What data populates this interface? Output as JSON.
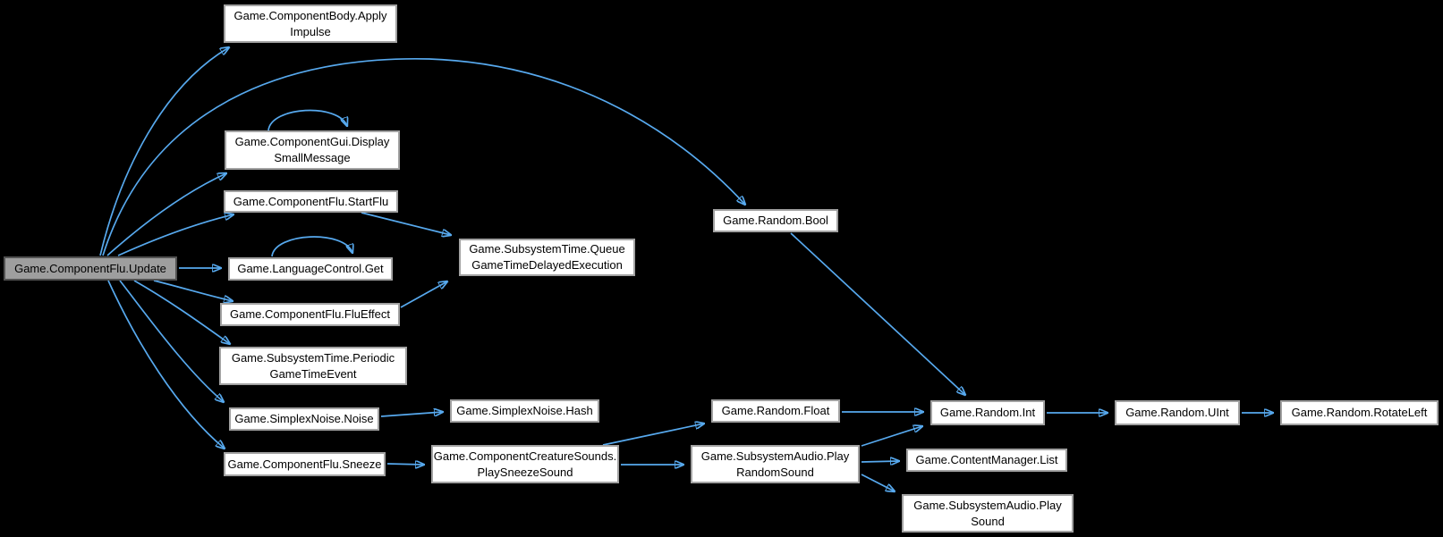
{
  "diagram": {
    "type": "call-graph",
    "background_color": "#000000",
    "edge_color": "#57a9ee",
    "node_fill": "#ffffff",
    "node_border": "#a2a2a2",
    "highlighted_node_fill": "#9e9e9e",
    "highlighted_node_border": "#525252",
    "text_color": "#000000"
  },
  "nodes": {
    "update": {
      "label": "Game.ComponentFlu.Update",
      "highlighted": true
    },
    "applyImpulse": {
      "label": "Game.ComponentBody.Apply\nImpulse"
    },
    "displaySmallMessage": {
      "label": "Game.ComponentGui.Display\nSmallMessage"
    },
    "startFlu": {
      "label": "Game.ComponentFlu.StartFlu"
    },
    "languageGet": {
      "label": "Game.LanguageControl.Get"
    },
    "fluEffect": {
      "label": "Game.ComponentFlu.FluEffect"
    },
    "queueGTDE": {
      "label": "Game.SubsystemTime.Queue\nGameTimeDelayedExecution"
    },
    "periodicGTE": {
      "label": "Game.SubsystemTime.Periodic\nGameTimeEvent"
    },
    "noise": {
      "label": "Game.SimplexNoise.Noise"
    },
    "hash": {
      "label": "Game.SimplexNoise.Hash"
    },
    "sneeze": {
      "label": "Game.ComponentFlu.Sneeze"
    },
    "playSneezeSound": {
      "label": "Game.ComponentCreatureSounds.\nPlaySneezeSound"
    },
    "randomFloat": {
      "label": "Game.Random.Float"
    },
    "playRandomSound": {
      "label": "Game.SubsystemAudio.Play\nRandomSound"
    },
    "randomBool": {
      "label": "Game.Random.Bool"
    },
    "randomInt": {
      "label": "Game.Random.Int"
    },
    "randomUInt": {
      "label": "Game.Random.UInt"
    },
    "rotateLeft": {
      "label": "Game.Random.RotateLeft"
    },
    "contentList": {
      "label": "Game.ContentManager.List"
    },
    "playSound": {
      "label": "Game.SubsystemAudio.Play\nSound"
    }
  },
  "edges": [
    {
      "from": "update",
      "to": "applyImpulse"
    },
    {
      "from": "update",
      "to": "randomBool"
    },
    {
      "from": "update",
      "to": "displaySmallMessage"
    },
    {
      "from": "update",
      "to": "startFlu"
    },
    {
      "from": "update",
      "to": "languageGet"
    },
    {
      "from": "update",
      "to": "fluEffect"
    },
    {
      "from": "update",
      "to": "periodicGTE"
    },
    {
      "from": "update",
      "to": "noise"
    },
    {
      "from": "update",
      "to": "sneeze"
    },
    {
      "from": "displaySmallMessage",
      "to": "displaySmallMessage"
    },
    {
      "from": "languageGet",
      "to": "languageGet"
    },
    {
      "from": "startFlu",
      "to": "queueGTDE"
    },
    {
      "from": "fluEffect",
      "to": "queueGTDE"
    },
    {
      "from": "noise",
      "to": "hash"
    },
    {
      "from": "sneeze",
      "to": "playSneezeSound"
    },
    {
      "from": "playSneezeSound",
      "to": "randomFloat"
    },
    {
      "from": "playSneezeSound",
      "to": "playRandomSound"
    },
    {
      "from": "randomFloat",
      "to": "randomInt"
    },
    {
      "from": "randomBool",
      "to": "randomInt"
    },
    {
      "from": "playRandomSound",
      "to": "randomInt"
    },
    {
      "from": "playRandomSound",
      "to": "contentList"
    },
    {
      "from": "playRandomSound",
      "to": "playSound"
    },
    {
      "from": "randomInt",
      "to": "randomUInt"
    },
    {
      "from": "randomUInt",
      "to": "rotateLeft"
    }
  ]
}
